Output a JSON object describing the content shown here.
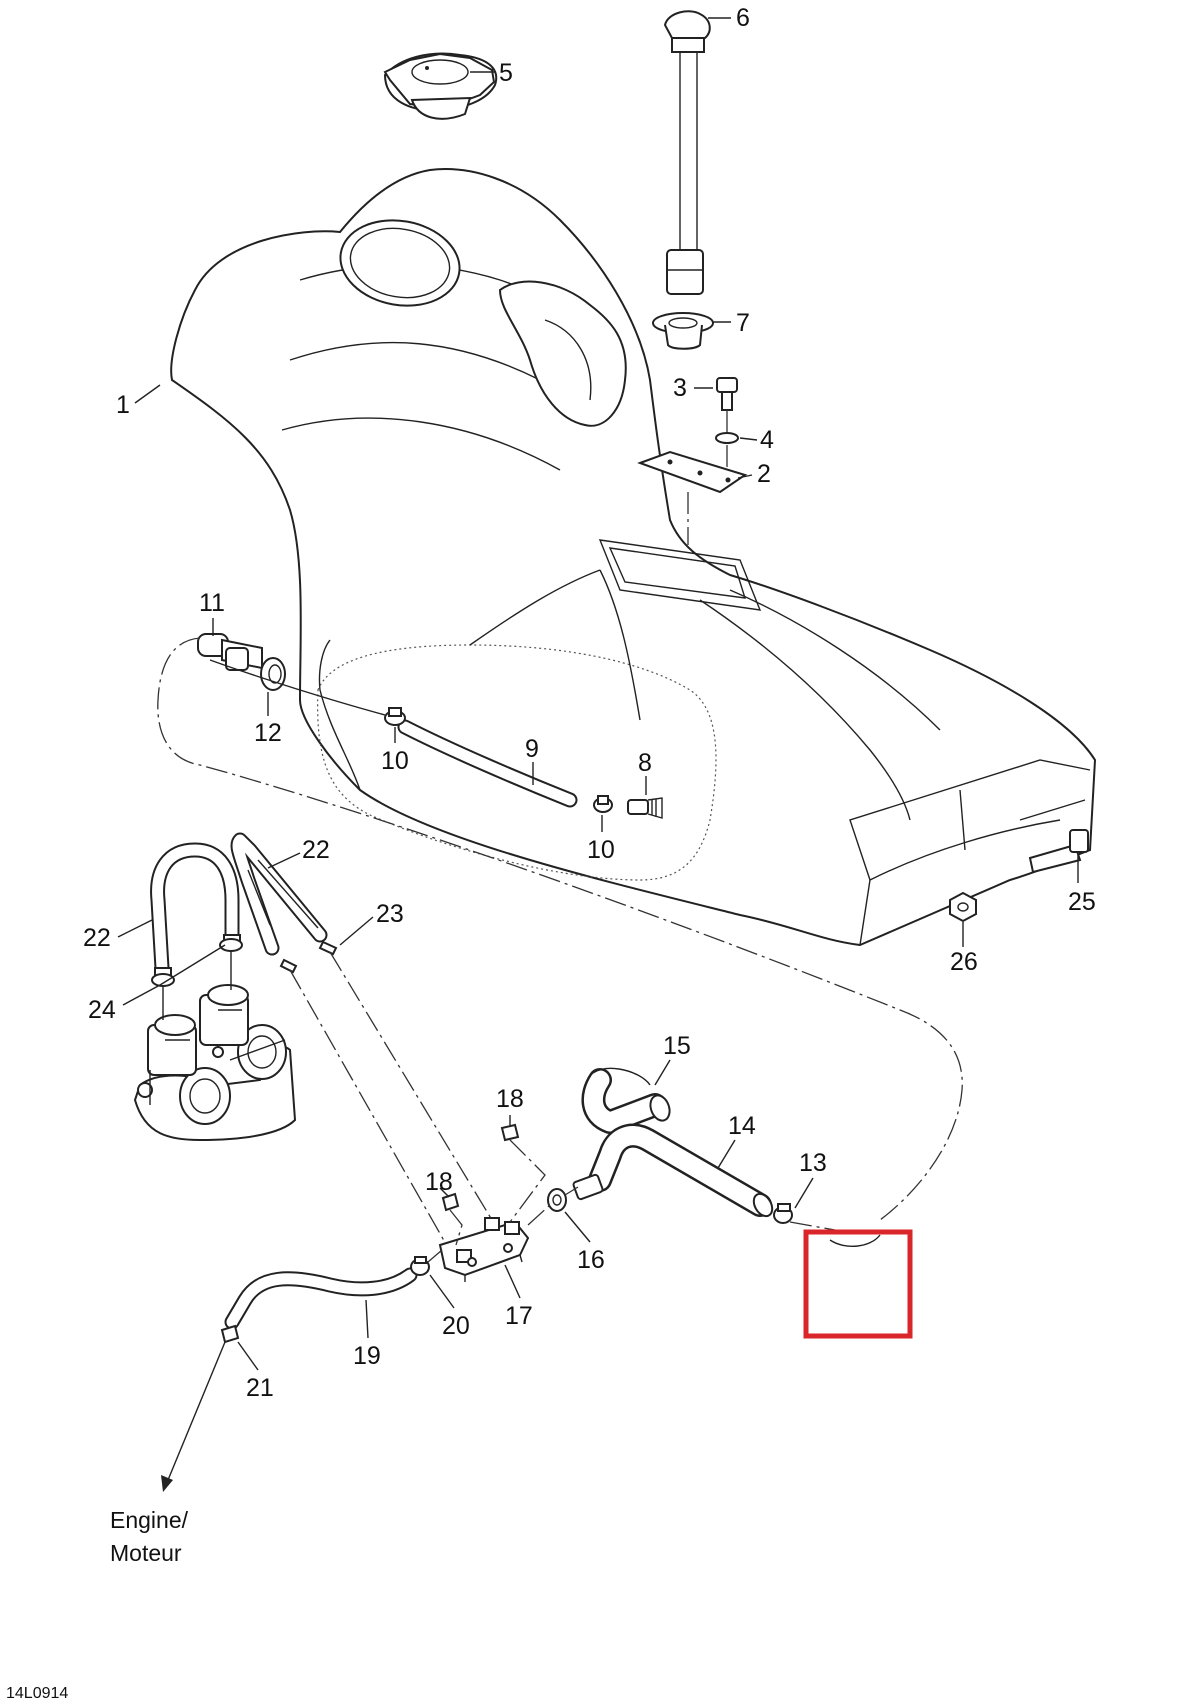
{
  "diagram": {
    "doc_code": "14L0914",
    "highlight_color": "#d9262b",
    "engine_label_line1": "Engine/",
    "engine_label_line2": "Moteur",
    "callouts": [
      {
        "id": "1",
        "text": "1"
      },
      {
        "id": "2",
        "text": "2"
      },
      {
        "id": "3",
        "text": "3"
      },
      {
        "id": "4",
        "text": "4"
      },
      {
        "id": "5",
        "text": "5"
      },
      {
        "id": "6",
        "text": "6"
      },
      {
        "id": "7",
        "text": "7"
      },
      {
        "id": "8",
        "text": "8"
      },
      {
        "id": "9",
        "text": "9"
      },
      {
        "id": "10a",
        "text": "10"
      },
      {
        "id": "10b",
        "text": "10"
      },
      {
        "id": "11",
        "text": "11"
      },
      {
        "id": "12",
        "text": "12"
      },
      {
        "id": "13",
        "text": "13"
      },
      {
        "id": "14",
        "text": "14"
      },
      {
        "id": "15",
        "text": "15"
      },
      {
        "id": "16",
        "text": "16"
      },
      {
        "id": "17",
        "text": "17"
      },
      {
        "id": "18a",
        "text": "18"
      },
      {
        "id": "18b",
        "text": "18"
      },
      {
        "id": "19",
        "text": "19"
      },
      {
        "id": "20",
        "text": "20"
      },
      {
        "id": "21",
        "text": "21"
      },
      {
        "id": "22a",
        "text": "22"
      },
      {
        "id": "22b",
        "text": "22"
      },
      {
        "id": "23",
        "text": "23"
      },
      {
        "id": "24",
        "text": "24"
      },
      {
        "id": "25",
        "text": "25"
      },
      {
        "id": "26",
        "text": "26"
      }
    ]
  }
}
